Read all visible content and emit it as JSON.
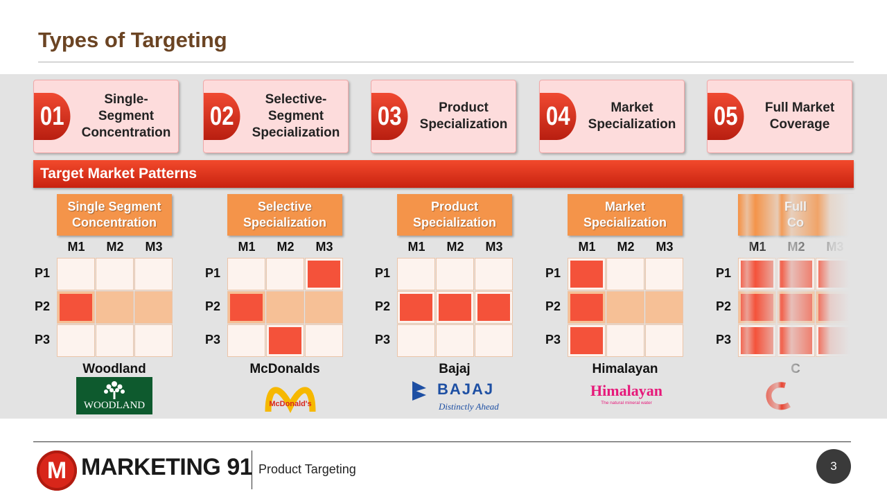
{
  "slide": {
    "title": "Types of Targeting",
    "page_number": "3",
    "footer_text": "Product Targeting",
    "footer_logo": {
      "mark": "M",
      "wordmark": "MARKETING 91"
    }
  },
  "types": [
    {
      "number": "01",
      "label": "Single-\nSegment\nConcentration"
    },
    {
      "number": "02",
      "label": "Selective-\nSegment\nSpecialization"
    },
    {
      "number": "03",
      "label": "Product\nSpecialization"
    },
    {
      "number": "04",
      "label": "Market\nSpecialization"
    },
    {
      "number": "05",
      "label": "Full Market\nCoverage"
    }
  ],
  "patterns_title": "Target Market Patterns",
  "markets": [
    "M1",
    "M2",
    "M3"
  ],
  "products": [
    "P1",
    "P2",
    "P3"
  ],
  "patterns": [
    {
      "heading": "Single Segment\nConcentration",
      "brand": "Woodland",
      "logo_text": "WOODLAND",
      "highlight_row": 1,
      "filled": [
        [
          0,
          0,
          0
        ],
        [
          1,
          0,
          0
        ],
        [
          0,
          0,
          0
        ]
      ]
    },
    {
      "heading": "Selective\nSpecialization",
      "brand": "McDonalds",
      "logo_text": "McDonald's",
      "highlight_row": 1,
      "filled": [
        [
          0,
          0,
          1
        ],
        [
          1,
          0,
          0
        ],
        [
          0,
          1,
          0
        ]
      ]
    },
    {
      "heading": "Product\nSpecialization",
      "brand": "Bajaj",
      "logo_text": "BAJAJ",
      "logo_tagline": "Distinctly Ahead",
      "highlight_row": -1,
      "filled": [
        [
          0,
          0,
          0
        ],
        [
          1,
          1,
          1
        ],
        [
          0,
          0,
          0
        ]
      ]
    },
    {
      "heading": "Market\nSpecialization",
      "brand": "Himalayan",
      "logo_text": "Himalayan",
      "logo_tagline": "The natural mineral water",
      "highlight_row": 1,
      "filled": [
        [
          1,
          0,
          0
        ],
        [
          1,
          0,
          0
        ],
        [
          1,
          0,
          0
        ]
      ]
    },
    {
      "heading": "Full\nCo",
      "brand": "C",
      "logo_text": "",
      "highlight_row": 1,
      "filled": [
        [
          1,
          1,
          1
        ],
        [
          1,
          1,
          1
        ],
        [
          1,
          1,
          1
        ]
      ]
    }
  ],
  "colors": {
    "title": "#6b4423",
    "accent_red": "#e8321e",
    "fill_red": "#f4523a",
    "header_orange": "#f4944a",
    "highlight": "#f6c096",
    "band_gray": "#e3e3e3"
  }
}
